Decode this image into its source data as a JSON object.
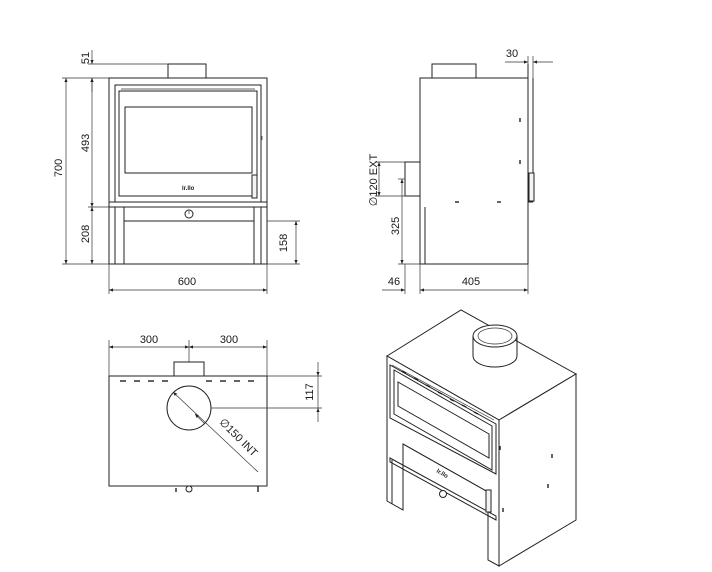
{
  "front_view": {
    "dim_top": "51",
    "dim_door": "493",
    "dim_total_height": "700",
    "dim_base": "208",
    "dim_leg": "158",
    "dim_width": "600"
  },
  "side_view": {
    "dim_flue_offset": "30",
    "dim_flue_ext": "∅120 EXT",
    "dim_flue_height": "325",
    "dim_flue_depth": "46",
    "dim_depth": "405"
  },
  "top_view": {
    "dim_left_half": "300",
    "dim_right_half": "300",
    "dim_flue_from_back": "117",
    "dim_flue_int": "∅150 INT"
  }
}
